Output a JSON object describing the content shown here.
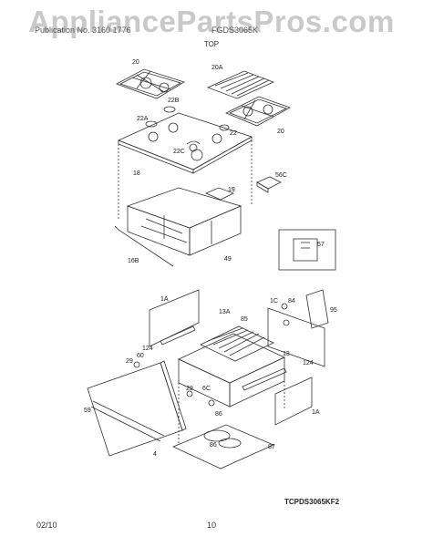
{
  "watermark": "AppliancePartsPros.com",
  "header": {
    "left": "Publication No. 3160 1776",
    "model": "FGDS3065K"
  },
  "section_title": "TOP",
  "drawing_id": "TCPDS3065KF2",
  "footer": {
    "date": "02/10",
    "page": "10"
  },
  "labels": {
    "l20a": "20",
    "l20A": "20A",
    "l20b": "20",
    "l22A": "22A",
    "l22B": "22B",
    "l22": "22",
    "l22C": "22C",
    "l18": "18",
    "l19": "19",
    "l56C": "56C",
    "l16B": "16B",
    "l49": "49",
    "l57": "57",
    "l1A": "1A",
    "l13A": "13A",
    "l85": "85",
    "l124a": "124",
    "l1C": "1C",
    "l84": "84",
    "l95": "95",
    "l29": "29",
    "l60": "60",
    "l13": "13",
    "l124b": "124",
    "l59": "59",
    "l29b": "29",
    "l6C": "6C",
    "l1Ab": "1A",
    "l86a": "86",
    "l86b": "86",
    "l87": "87",
    "l4": "4"
  }
}
